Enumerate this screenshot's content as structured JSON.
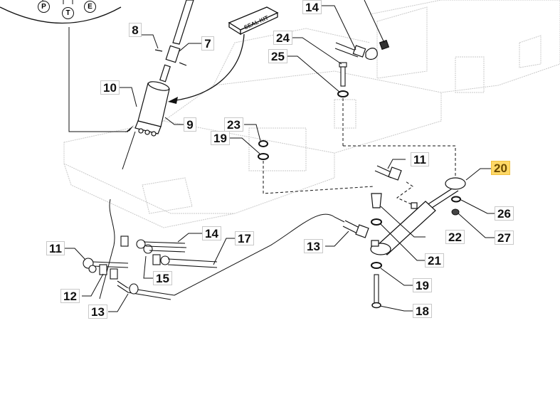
{
  "diagram": {
    "title": "Hydraulic steering assembly — exploded parts view",
    "highlight_color": "#ffd866",
    "seal_kit_label": "SEAL KIT",
    "ports": [
      {
        "id": "port-p",
        "label": "P"
      },
      {
        "id": "port-t",
        "label": "T"
      },
      {
        "id": "port-e",
        "label": "E"
      }
    ],
    "callouts": [
      {
        "id": "c7",
        "label": "7",
        "part": "sleeve coupling"
      },
      {
        "id": "c8",
        "label": "8",
        "part": "pin"
      },
      {
        "id": "c9",
        "label": "9",
        "part": "steering unit"
      },
      {
        "id": "c10",
        "label": "10",
        "part": "screw"
      },
      {
        "id": "c14a",
        "label": "14",
        "part": "hose"
      },
      {
        "id": "c24",
        "label": "24",
        "part": "bolt"
      },
      {
        "id": "c25",
        "label": "25",
        "part": "washer"
      },
      {
        "id": "c23",
        "label": "23",
        "part": "nut"
      },
      {
        "id": "c19a",
        "label": "19",
        "part": "washer"
      },
      {
        "id": "c11a",
        "label": "11",
        "part": "hose"
      },
      {
        "id": "c20",
        "label": "20",
        "part": "steering cylinder",
        "highlighted": true
      },
      {
        "id": "c26",
        "label": "26",
        "part": "washer"
      },
      {
        "id": "c27",
        "label": "27",
        "part": "nut"
      },
      {
        "id": "c22",
        "label": "22",
        "part": "bushing"
      },
      {
        "id": "c13a",
        "label": "13",
        "part": "hose"
      },
      {
        "id": "c21",
        "label": "21",
        "part": "seal ring"
      },
      {
        "id": "c19b",
        "label": "19",
        "part": "washer"
      },
      {
        "id": "c18",
        "label": "18",
        "part": "bolt"
      },
      {
        "id": "c14b",
        "label": "14",
        "part": "hose"
      },
      {
        "id": "c17",
        "label": "17",
        "part": "hose"
      },
      {
        "id": "c11b",
        "label": "11",
        "part": "hose"
      },
      {
        "id": "c15",
        "label": "15",
        "part": "fitting"
      },
      {
        "id": "c12",
        "label": "12",
        "part": "fitting"
      },
      {
        "id": "c13b",
        "label": "13",
        "part": "hose"
      }
    ]
  }
}
